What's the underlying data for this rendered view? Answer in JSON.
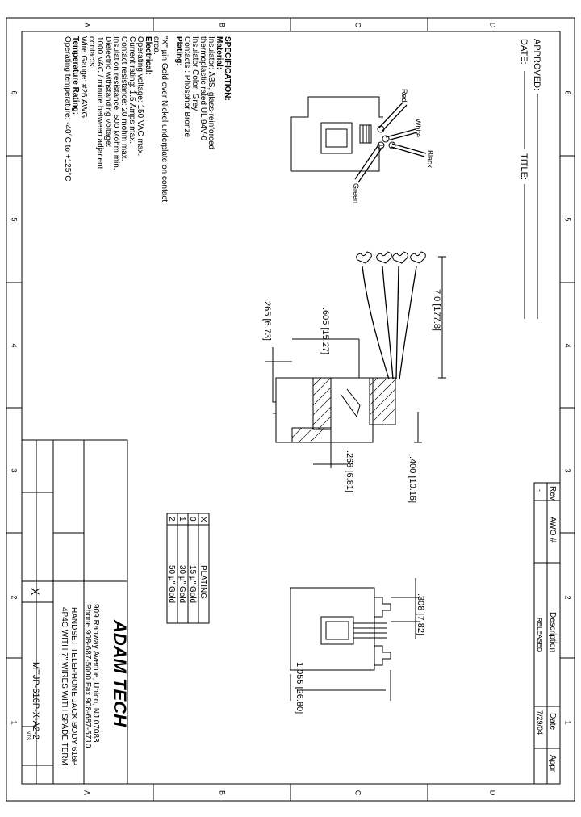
{
  "zone_letters": {
    "top": [
      "A",
      "B",
      "C",
      "D"
    ],
    "bottom": [
      "A",
      "B",
      "C",
      "D"
    ]
  },
  "zone_numbers": {
    "left": [
      "6",
      "5",
      "4",
      "3",
      "2",
      "1"
    ],
    "right": [
      "6",
      "5",
      "4",
      "3",
      "2",
      "1"
    ]
  },
  "approval": {
    "approved": "APPROVED:",
    "date": "DATE:",
    "title": "TITLE:"
  },
  "spec": {
    "heading": "SPECIFICATION:",
    "lines": [
      {
        "text": "Material:",
        "bold": true
      },
      {
        "text": "Insulator: ABS, glass-reinforced",
        "bold": false
      },
      {
        "text": "        thermoplastic rated UL 94V-0",
        "bold": false
      },
      {
        "text": "Insulator Color: Grey",
        "bold": false
      },
      {
        "text": "Contacts : Phosphor Bronze",
        "bold": false
      },
      {
        "text": "Plating:",
        "bold": true
      },
      {
        "text": "\"X\" µin Gold over Nickel underplate on contact",
        "bold": false
      },
      {
        "text": "area.",
        "bold": false
      },
      {
        "text": "Electrical:",
        "bold": true
      },
      {
        "text": "Operating voltage: 150 VAC max.",
        "bold": false
      },
      {
        "text": "Current rating: 1.5 Amps max.",
        "bold": false
      },
      {
        "text": "Contact resistance: 20 mohm max.",
        "bold": false
      },
      {
        "text": "Insulation resistance: 500 Mohm min.",
        "bold": false
      },
      {
        "text": "Dielectric withstanding voltage:",
        "bold": false
      },
      {
        "text": "    1000 VAC / minute between adjacent",
        "bold": false
      },
      {
        "text": "contacts.",
        "bold": false
      },
      {
        "text": "Wire Gauge: #26 AWG",
        "bold": false
      },
      {
        "text": "Temperature Rating:",
        "bold": true
      },
      {
        "text": "Operating temperature: -40°C to +125°C",
        "bold": false
      }
    ]
  },
  "wires": {
    "red": "Red",
    "white": "White",
    "black": "Black",
    "green": "Green"
  },
  "dimensions": {
    "d_70": "7.0 [177.8]",
    "d_605": ".605 [15.27]",
    "d_265": ".265 [6.73]",
    "d_268": ".268 [6.81]",
    "d_400": ".400 [10.16]",
    "d_308": ".308 [7.82]",
    "d_1055": "1.055 [26.80]"
  },
  "plating_table": {
    "headers": [
      "X",
      "PLATING"
    ],
    "rows": [
      [
        "0",
        "15 µ\" Gold"
      ],
      [
        "1",
        "30 µ\" Gold"
      ],
      [
        "2",
        "50 µ\" Gold"
      ]
    ]
  },
  "revision": {
    "headers": [
      "Rev",
      "AWO #",
      "Description",
      "Date",
      "Appr"
    ],
    "row": [
      "-",
      "",
      "RELEASED",
      "7/29/04",
      ""
    ]
  },
  "title_block": {
    "company": "ADAM TECH",
    "address": "909 Rahway Avenue, Union, NJ 07083",
    "phone": "Phone 908-687-5000 Fax 908-687-5710",
    "desc1": "HANDSET TELEPHONE JACK BODY 616P",
    "desc2": "4P4C WITH 7\" WIRES WITH SPADE TERM",
    "size": "X",
    "part_number": "MTJP-616P-X-A2-2",
    "nts": "NTS"
  }
}
